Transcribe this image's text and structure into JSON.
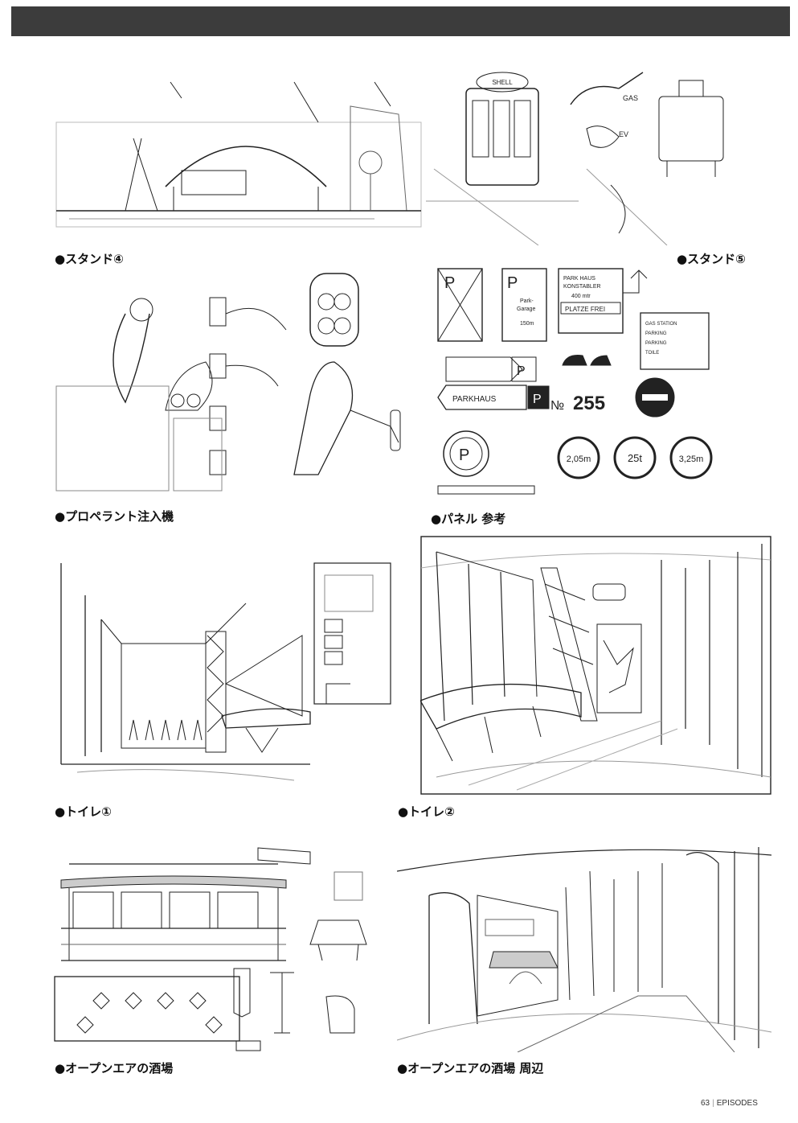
{
  "captions": {
    "stand4": "●スタンド④",
    "stand5": "●スタンド⑤",
    "propellant": "●プロペラント注入機",
    "panel": "●パネル 参考",
    "toilet1": "●トイレ①",
    "toilet2": "●トイレ②",
    "open_air_bar": "●オープンエアの酒場",
    "open_air_bar_area": "●オープンエアの酒場 周辺"
  },
  "signs": {
    "shell": "SHELL",
    "gas": "GAS",
    "ev": "EV",
    "park_haus_1": "PARK HAUS",
    "park_haus_2": "KONSTABLER",
    "park_haus_3": "400 mtr",
    "platze_frei": "PLATZE FREI",
    "park_garage_1": "Park-",
    "park_garage_2": "Garage",
    "park_garage_3": "150m",
    "parkhaus": "PARKHAUS",
    "p": "P",
    "number_prefix": "№",
    "number": "255",
    "gas_station_1": "GAS STATION",
    "gas_station_2": "PARKING",
    "gas_station_3": "PARKING",
    "gas_station_4": "TOILE",
    "height_limit": "2,05m",
    "weight_limit": "25t",
    "height_limit_2": "3,25m"
  },
  "footer": {
    "page_number": "63",
    "section": "EPISODES"
  }
}
